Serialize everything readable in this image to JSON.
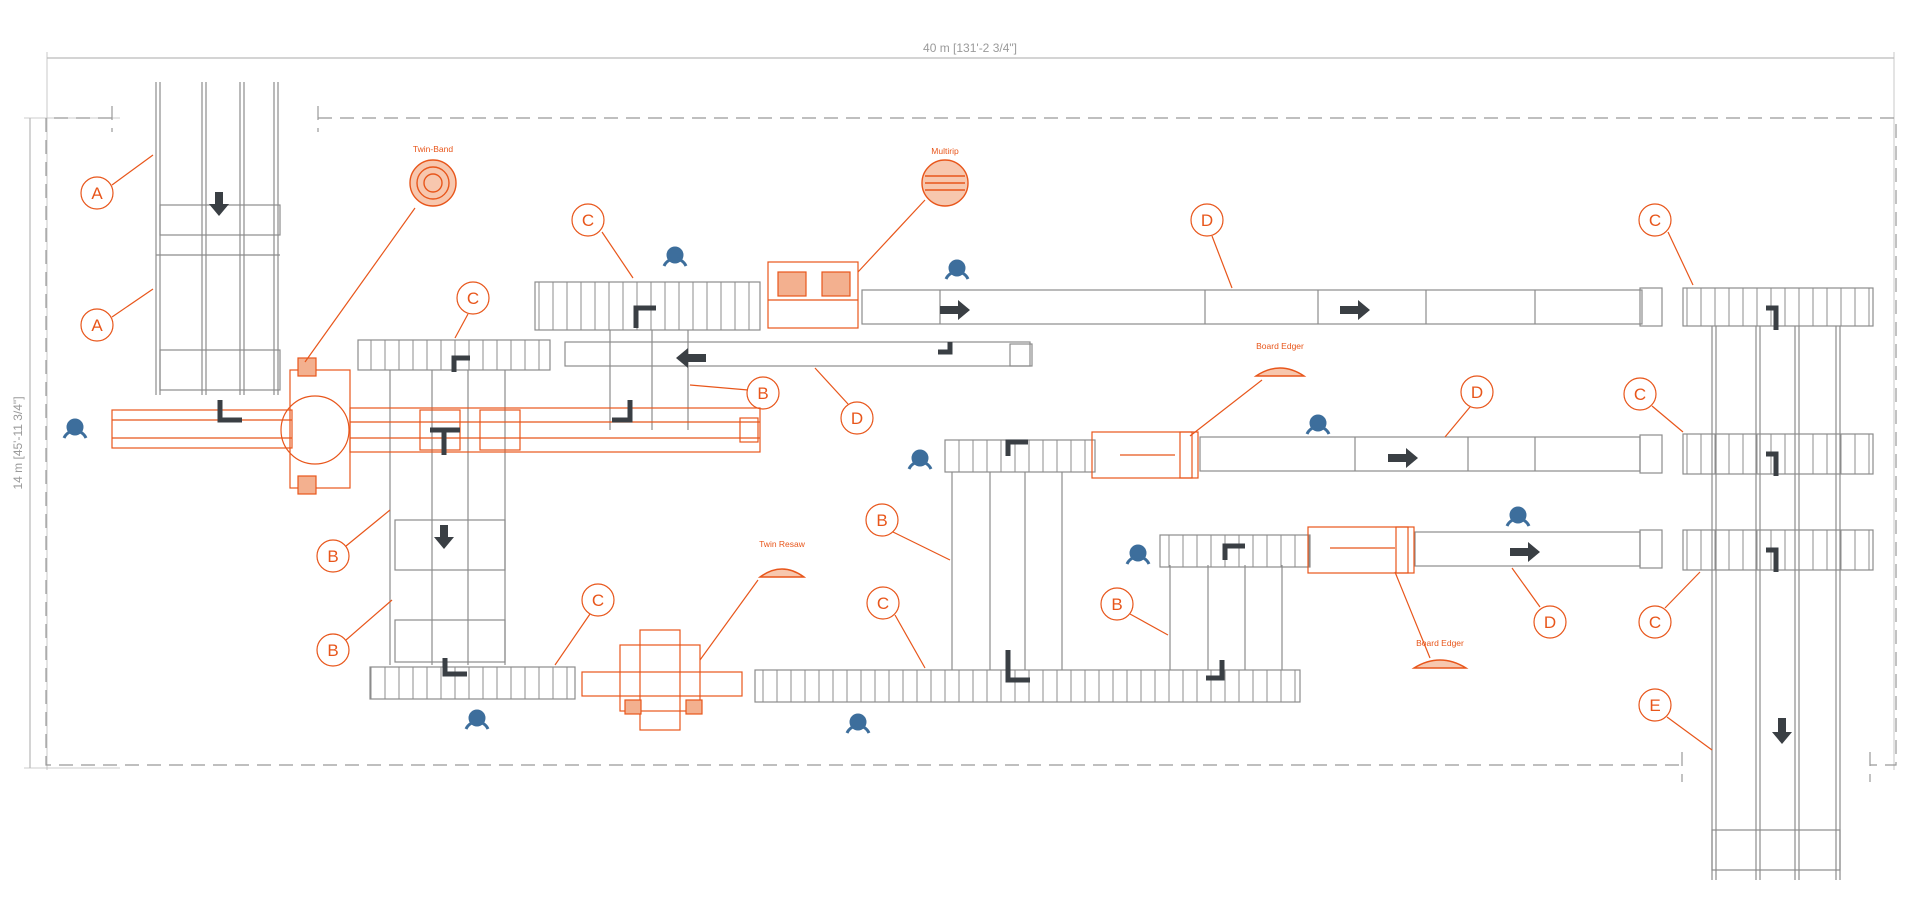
{
  "dimensions": {
    "width_label": "40 m [131'-2 3/4\"]",
    "height_label": "14 m [45'-11 3/4\"]"
  },
  "machines": {
    "twin_band": "Twin-Band",
    "multirip": "Multirip",
    "board_edger_1": "Board Edger",
    "board_edger_2": "Board Edger",
    "twin_resaw": "Twin Resaw"
  },
  "callouts": [
    "A",
    "A",
    "C",
    "C",
    "C",
    "C",
    "C",
    "C",
    "C",
    "B",
    "B",
    "B",
    "B",
    "B",
    "D",
    "D",
    "D",
    "D",
    "E"
  ],
  "colors": {
    "machine": "#e8561b",
    "conveyor": "#8c8c8c",
    "operator": "#3d6e9c",
    "arrow": "#3a3f44",
    "dimension": "#9a9a9a"
  }
}
